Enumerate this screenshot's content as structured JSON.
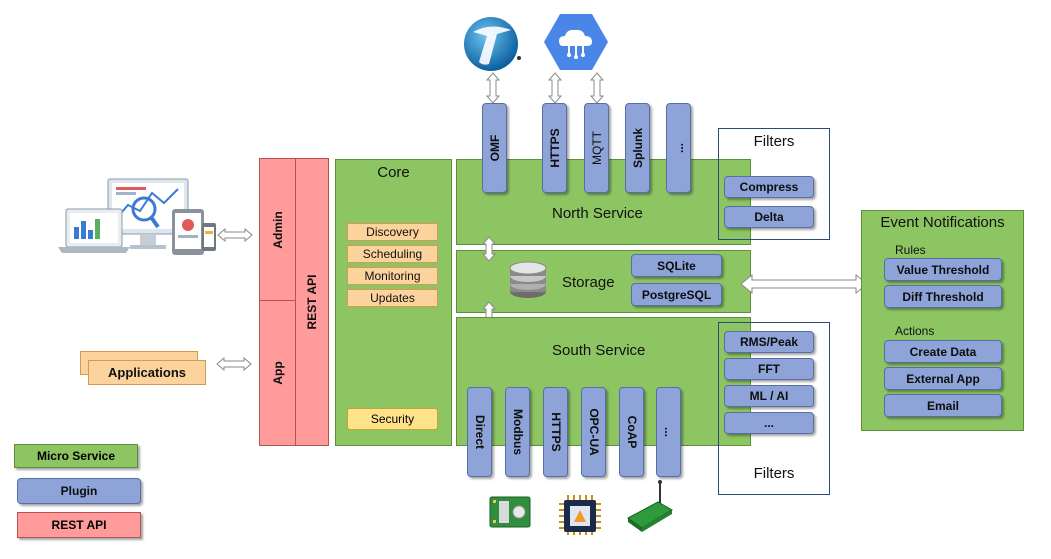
{
  "core": {
    "title": "Core",
    "items": [
      "Discovery",
      "Scheduling",
      "Monitoring",
      "Updates"
    ],
    "security": "Security"
  },
  "rest_api": {
    "admin": "Admin",
    "app": "App",
    "label": "REST API"
  },
  "applications_label": "Applications",
  "north": {
    "title": "North Service",
    "plugins": [
      "OMF",
      "HTTPS",
      "MQTT",
      "Splunk",
      "..."
    ],
    "filters_title": "Filters",
    "filters": [
      "Compress",
      "Delta"
    ]
  },
  "storage": {
    "title": "Storage",
    "plugins": [
      "SQLite",
      "PostgreSQL"
    ]
  },
  "south": {
    "title": "South Service",
    "plugins": [
      "Direct",
      "Modbus",
      "HTTPS",
      "OPC-UA",
      "CoAP",
      "..."
    ],
    "filters_title": "Filters",
    "filters": [
      "RMS/Peak",
      "FFT",
      "ML / AI",
      "..."
    ]
  },
  "events": {
    "title": "Event Notifications",
    "rules_label": "Rules",
    "rules": [
      "Value Threshold",
      "Diff Threshold"
    ],
    "actions_label": "Actions",
    "actions": [
      "Create Data",
      "External App",
      "Email"
    ]
  },
  "legend": [
    "Micro Service",
    "Plugin",
    "REST API"
  ],
  "colors": {
    "micro_service": "#8dc563",
    "plugin": "#8ea4d8",
    "rest_api": "#ff9b9b",
    "core_item": "#fcd39c",
    "security": "#ffe38a"
  }
}
